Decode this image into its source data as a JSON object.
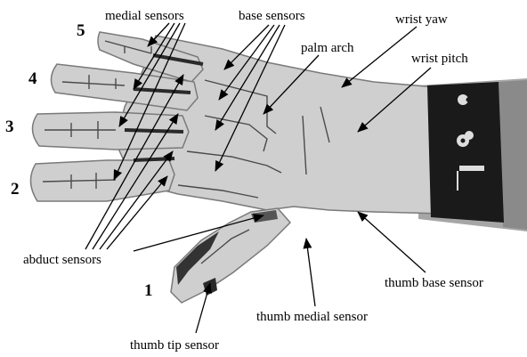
{
  "labels": {
    "medial_sensors": "medial sensors",
    "base_sensors": "base sensors",
    "wrist_yaw": "wrist yaw",
    "palm_arch": "palm arch",
    "wrist_pitch": "wrist pitch",
    "abduct_sensors": "abduct sensors",
    "thumb_base_sensor": "thumb base sensor",
    "thumb_medial_sensor": "thumb medial sensor",
    "thumb_tip_sensor": "thumb tip sensor"
  },
  "finger_numbers": [
    "1",
    "2",
    "3",
    "4",
    "5"
  ],
  "colors": {
    "glove": "#c9c9c9",
    "glove_edge": "#7a7a7a",
    "strap": "#1a1a1a",
    "sensor": "#2a2a2a",
    "arm": "#9a9a9a"
  }
}
